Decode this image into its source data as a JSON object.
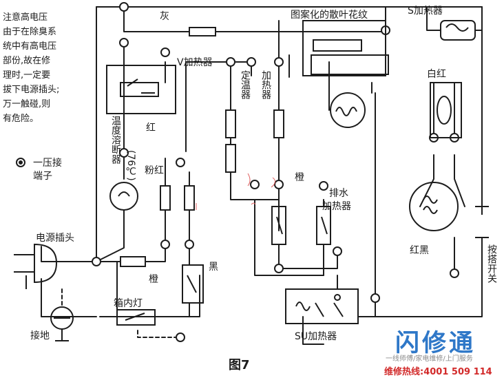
{
  "warning_note": [
    "注意高电压",
    "由于在除臭系",
    "统中有高电压",
    "部份,故在修",
    "理时,一定要",
    "拔下电源插头;",
    "万一触碰,则",
    "有危险。"
  ],
  "legend": {
    "symbol": "⊙",
    "text_line1": "一压接",
    "text_line2": "端子"
  },
  "labels": {
    "gray": "灰",
    "defrost_pattern": "图案化的散叶花纹",
    "s_heater": "S加热器",
    "v_heater": "V加热器",
    "fixed_temp": "定温器",
    "heater": "加热器",
    "white_red": "白红",
    "red": "红",
    "temp_fuse": "温度溶断器",
    "temp_value": "(76℃)",
    "pink_red": "粉红",
    "orange_mid": "橙",
    "drain_heater_line1": "排水",
    "drain_heater_line2": "加热器",
    "power_plug": "电源插头",
    "orange_bottom": "橙",
    "black": "黑",
    "red_black": "红黑",
    "box_lamp": "箱内灯",
    "ground": "接地",
    "su_heater": "SU加热器",
    "compressor_switch": "按搭开关",
    "figure": "图7"
  },
  "watermark": {
    "title": "闪修通",
    "subtitle": "一线师傅/家电维修/上门服务",
    "hotline": "维修热线:4001 509 114"
  },
  "colors": {
    "ink": "#1c1c1c",
    "brand_blue": "#2f78c8",
    "hotline_red": "#d22a2a",
    "pencil_red": "#e06060"
  }
}
